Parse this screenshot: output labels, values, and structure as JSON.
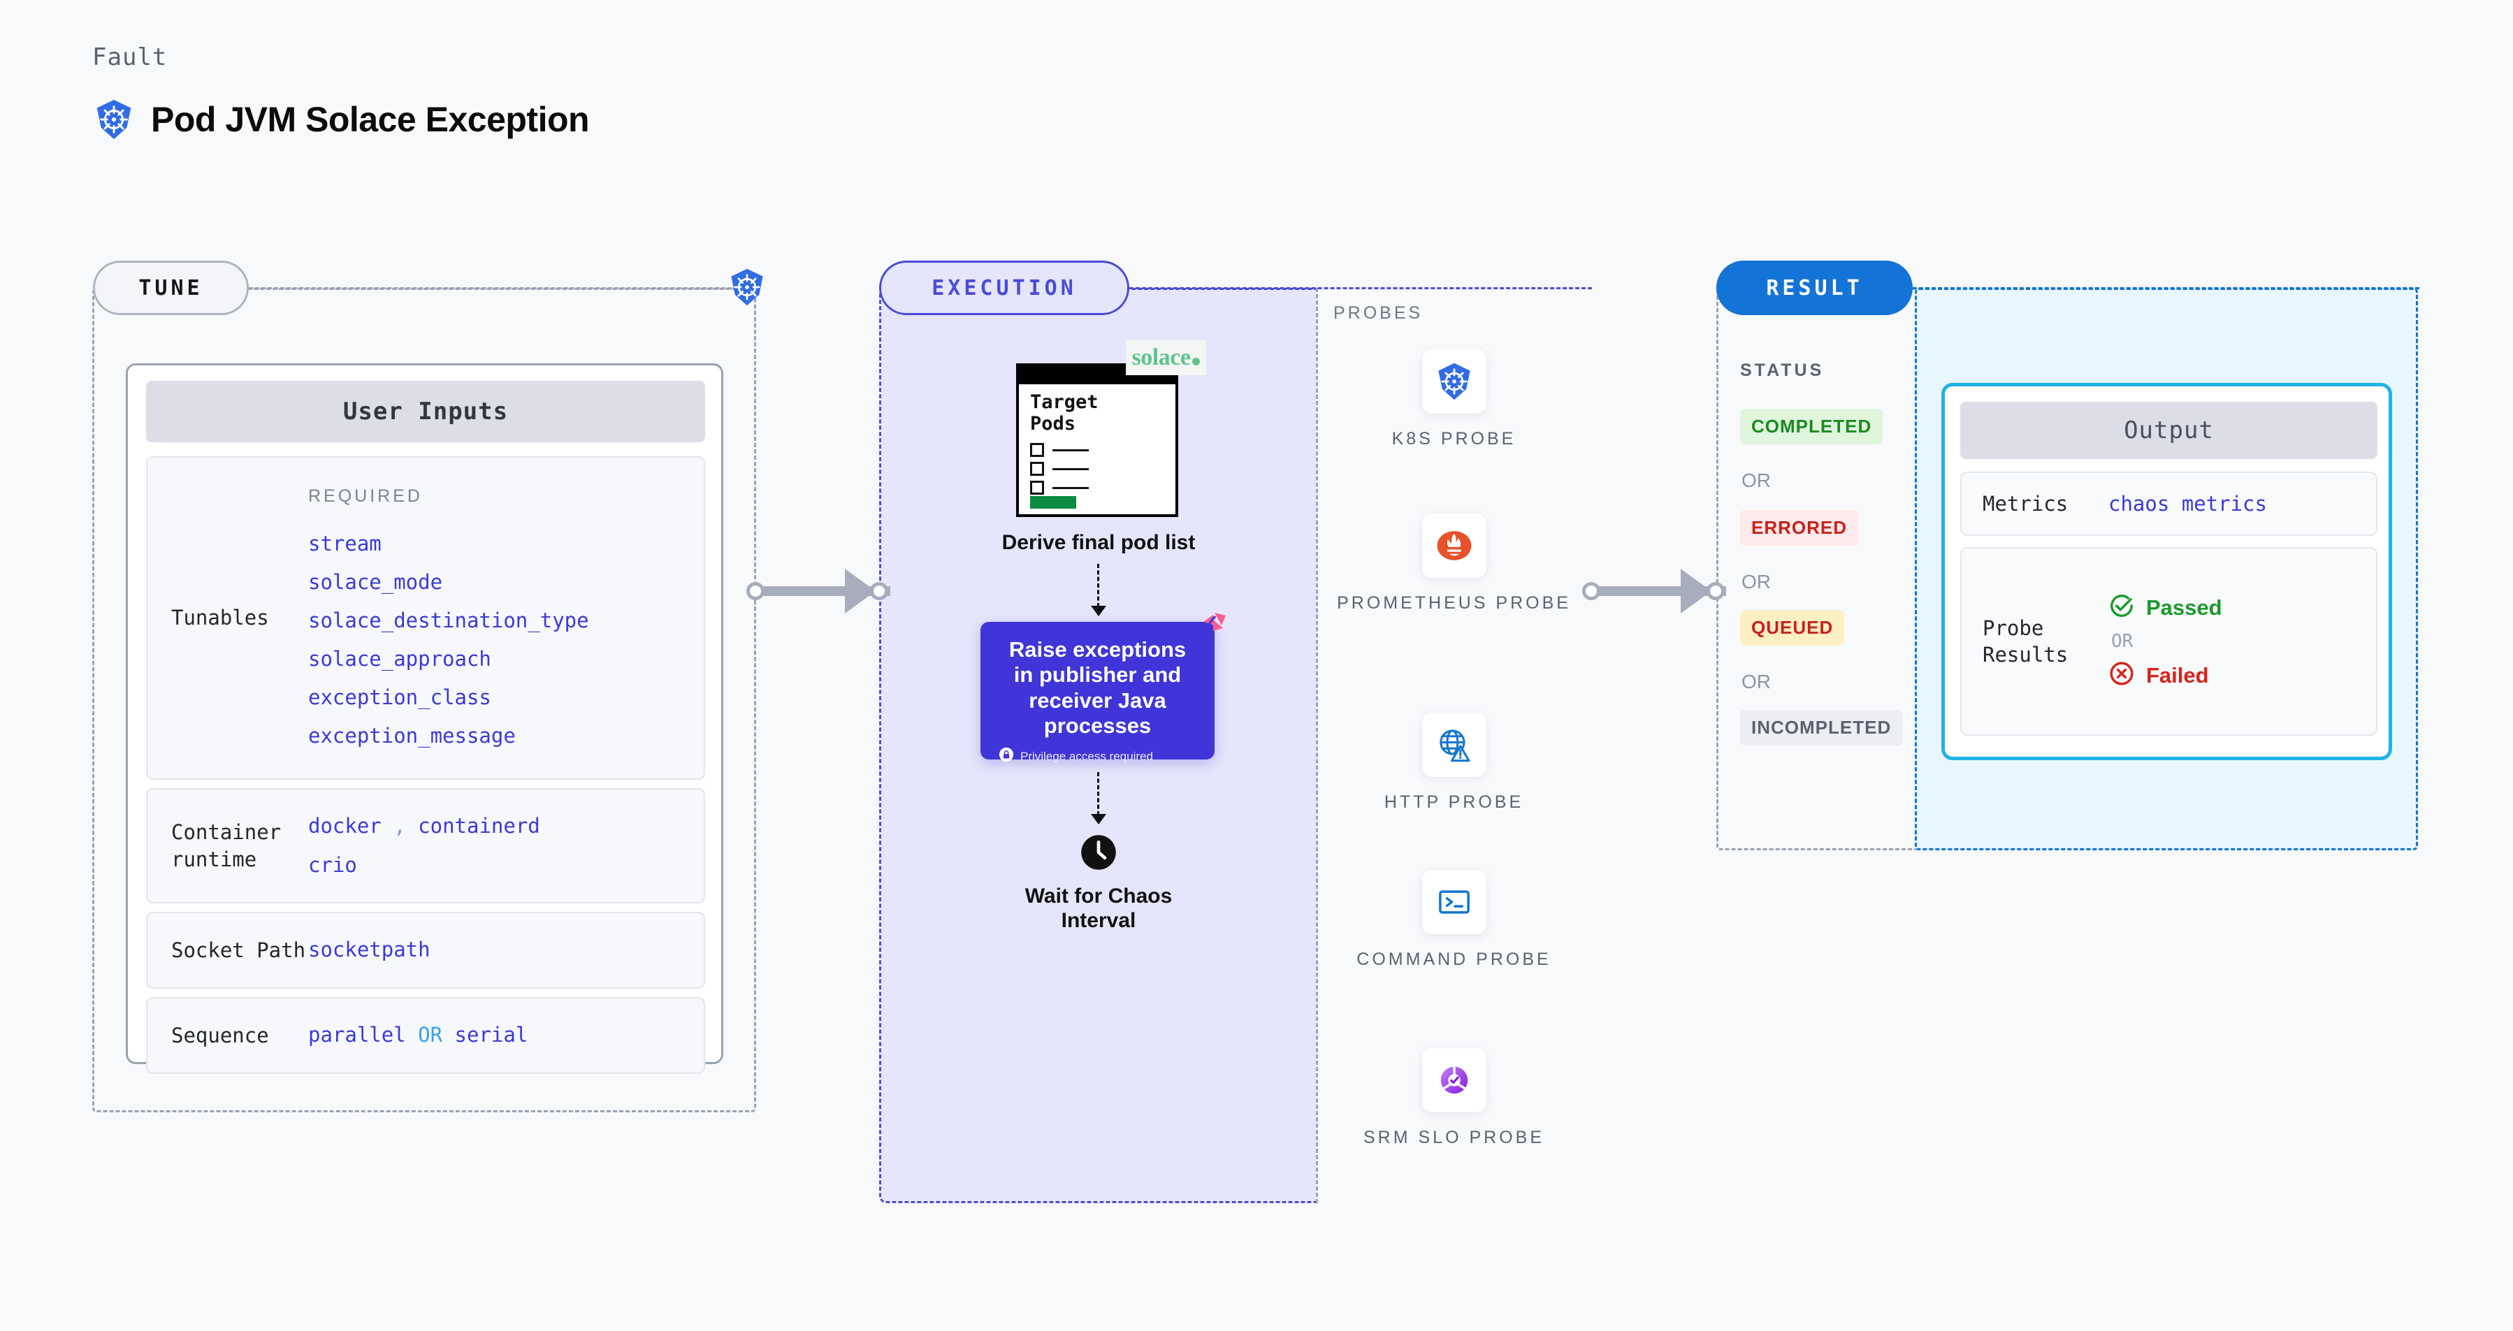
{
  "header": {
    "kicker": "Fault",
    "title": "Pod JVM Solace Exception",
    "icon": "kubernetes-icon"
  },
  "sections": {
    "tune": {
      "pill": "TUNE",
      "badge_icon": "kubernetes-icon"
    },
    "execution": {
      "pill": "EXECUTION"
    },
    "result": {
      "pill": "RESULT"
    }
  },
  "tune": {
    "card_title": "User Inputs",
    "rows": [
      {
        "label": "Tunables",
        "required_label": "REQUIRED",
        "values": [
          "stream",
          "solace_mode",
          "solace_destination_type",
          "solace_approach",
          "exception_class",
          "exception_message"
        ]
      },
      {
        "label": "Container runtime",
        "values": [
          "docker",
          "containerd",
          "crio"
        ],
        "separator": ","
      },
      {
        "label": "Socket Path",
        "values": [
          "socketpath"
        ]
      },
      {
        "label": "Sequence",
        "values": [
          "parallel",
          "serial"
        ],
        "separator": "OR"
      }
    ]
  },
  "execution": {
    "target_card": {
      "title_line1": "Target",
      "title_line2": "Pods",
      "logo": "solace",
      "logo_text": "solace"
    },
    "step1_label": "Derive final pod list",
    "step2": {
      "text": "Raise exceptions in publisher and receiver Java processes",
      "privilege_note": "Privilege access required",
      "privilege_icon": "lock-icon",
      "corner_icon": "litmus-icon"
    },
    "step3": {
      "label_line1": "Wait for Chaos",
      "label_line2": "Interval",
      "icon": "clock-icon"
    }
  },
  "probes": {
    "title": "PROBES",
    "items": [
      {
        "label": "K8S PROBE",
        "icon": "kubernetes-icon"
      },
      {
        "label": "PROMETHEUS PROBE",
        "icon": "prometheus-icon"
      },
      {
        "label": "HTTP PROBE",
        "icon": "http-globe-warning-icon"
      },
      {
        "label": "COMMAND PROBE",
        "icon": "terminal-icon"
      },
      {
        "label": "SRM SLO PROBE",
        "icon": "srm-slo-icon"
      }
    ]
  },
  "result": {
    "status_title": "STATUS",
    "or_text": "OR",
    "statuses": [
      {
        "label": "COMPLETED",
        "fg": "#1a8a22",
        "bg": "#dff5dc"
      },
      {
        "label": "ERRORED",
        "fg": "#c8201b",
        "bg": "#fdeaea"
      },
      {
        "label": "QUEUED",
        "fg": "#c8201b",
        "bg": "#fcefc4"
      },
      {
        "label": "INCOMPLETED",
        "fg": "#5b6170",
        "bg": "#eceef3"
      }
    ],
    "output": {
      "title": "Output",
      "metrics_label": "Metrics",
      "metrics_value": "chaos metrics",
      "probe_label_line1": "Probe",
      "probe_label_line2": "Results",
      "passed": "Passed",
      "failed": "Failed",
      "or_text": "OR",
      "passed_icon": "check-circle-icon",
      "failed_icon": "x-circle-icon"
    }
  },
  "colors": {
    "accent_purple": "#3f35d8",
    "accent_blue": "#1373d6",
    "accent_cyan": "#1fb3e8",
    "code_blue": "#3b39d8",
    "k8s_blue": "#326ce5",
    "connector_gray": "#a8adbd"
  }
}
